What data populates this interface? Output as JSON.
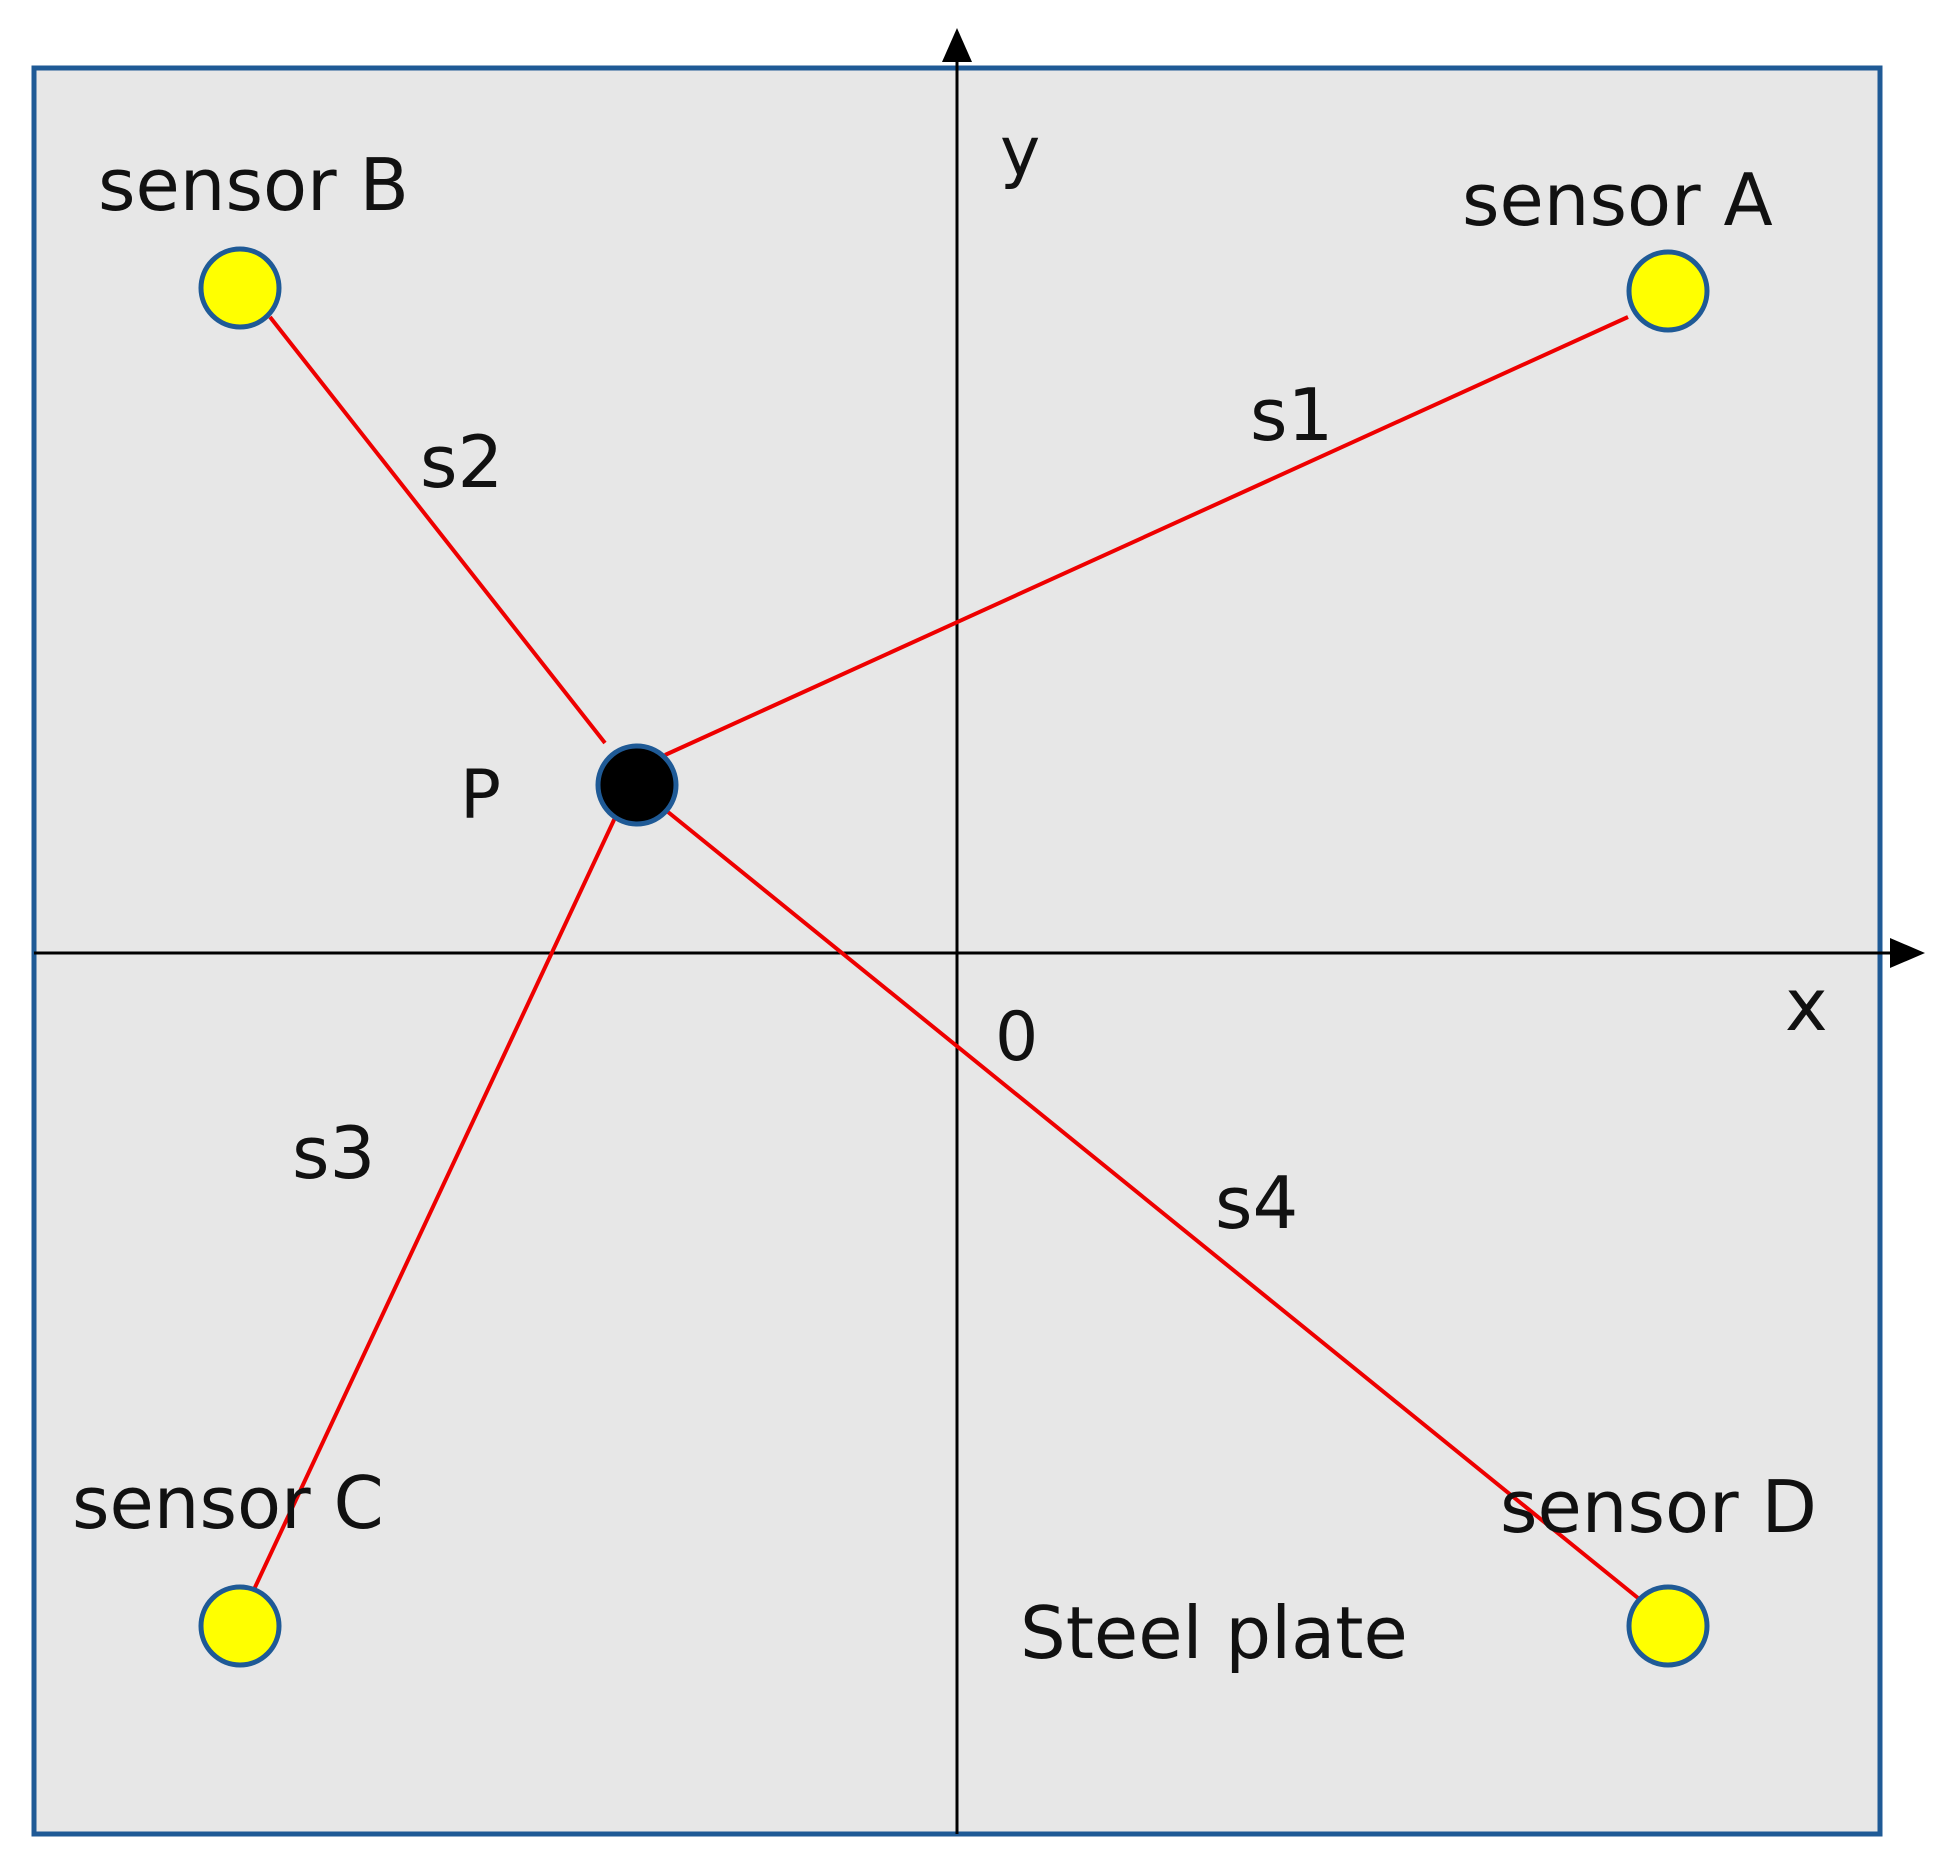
{
  "colors": {
    "background": "#ffffff",
    "plate_fill": "#e7e7e7",
    "plate_border": "#1f5a96",
    "axis": "#000000",
    "path_line": "#ee0000",
    "sensor_fill": "#ffff00",
    "sensor_border": "#1f5a96",
    "source_fill": "#000000"
  },
  "labels": {
    "y_axis": "y",
    "x_axis": "x",
    "origin": "0",
    "point": "P",
    "plate": "Steel plate"
  },
  "sensors": [
    {
      "id": "A",
      "label": "sensor A"
    },
    {
      "id": "B",
      "label": "sensor B"
    },
    {
      "id": "C",
      "label": "sensor C"
    },
    {
      "id": "D",
      "label": "sensor D"
    }
  ],
  "paths": [
    {
      "label": "s1",
      "from": "P",
      "to": "A"
    },
    {
      "label": "s2",
      "from": "P",
      "to": "B"
    },
    {
      "label": "s3",
      "from": "P",
      "to": "C"
    },
    {
      "label": "s4",
      "from": "P",
      "to": "D"
    }
  ],
  "icons": {
    "sensor": "yellow-circle-icon",
    "source": "black-circle-icon",
    "axis_arrow": "arrowhead-icon"
  }
}
